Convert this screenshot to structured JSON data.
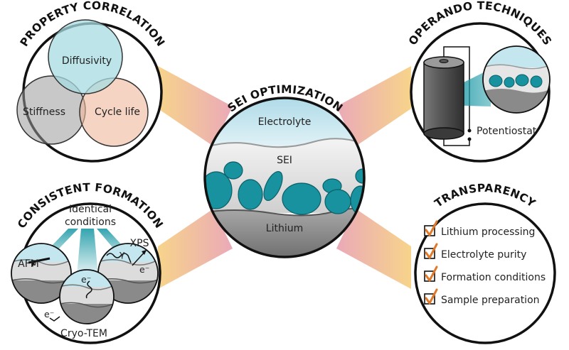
{
  "center": {
    "title": "SEI OPTIMIZATION",
    "electrolyte_label": "Electrolyte",
    "sei_label": "SEI",
    "lithium_label": "Lithium"
  },
  "property_correlation": {
    "title": "PROPERTY CORRELATION",
    "diffusivity": "Diffusivity",
    "stiffness": "Stiffness",
    "cycle_life": "Cycle life"
  },
  "operando_techniques": {
    "title": "OPERANDO TECHNIQUES",
    "potentiostat": "Potentiostat"
  },
  "consistent_formation": {
    "title": "CONSISTENT FORMATION",
    "identical_conditions_line1": "Identical",
    "identical_conditions_line2": "conditions",
    "afm": "AFM",
    "xps": "XPS",
    "cryo_tem": "Cryo-TEM",
    "gamma": "γ",
    "electron": "e⁻"
  },
  "transparency": {
    "title": "TRANSPARENCY",
    "items": [
      "Lithium processing",
      "Electrolyte purity",
      "Formation conditions",
      "Sample preparation"
    ]
  },
  "colors": {
    "teal": "#1e9aa6",
    "electrolyte_blue": "#c4e6ef",
    "check_orange": "#e07a2a",
    "beam_orange": "#f3c27a"
  }
}
